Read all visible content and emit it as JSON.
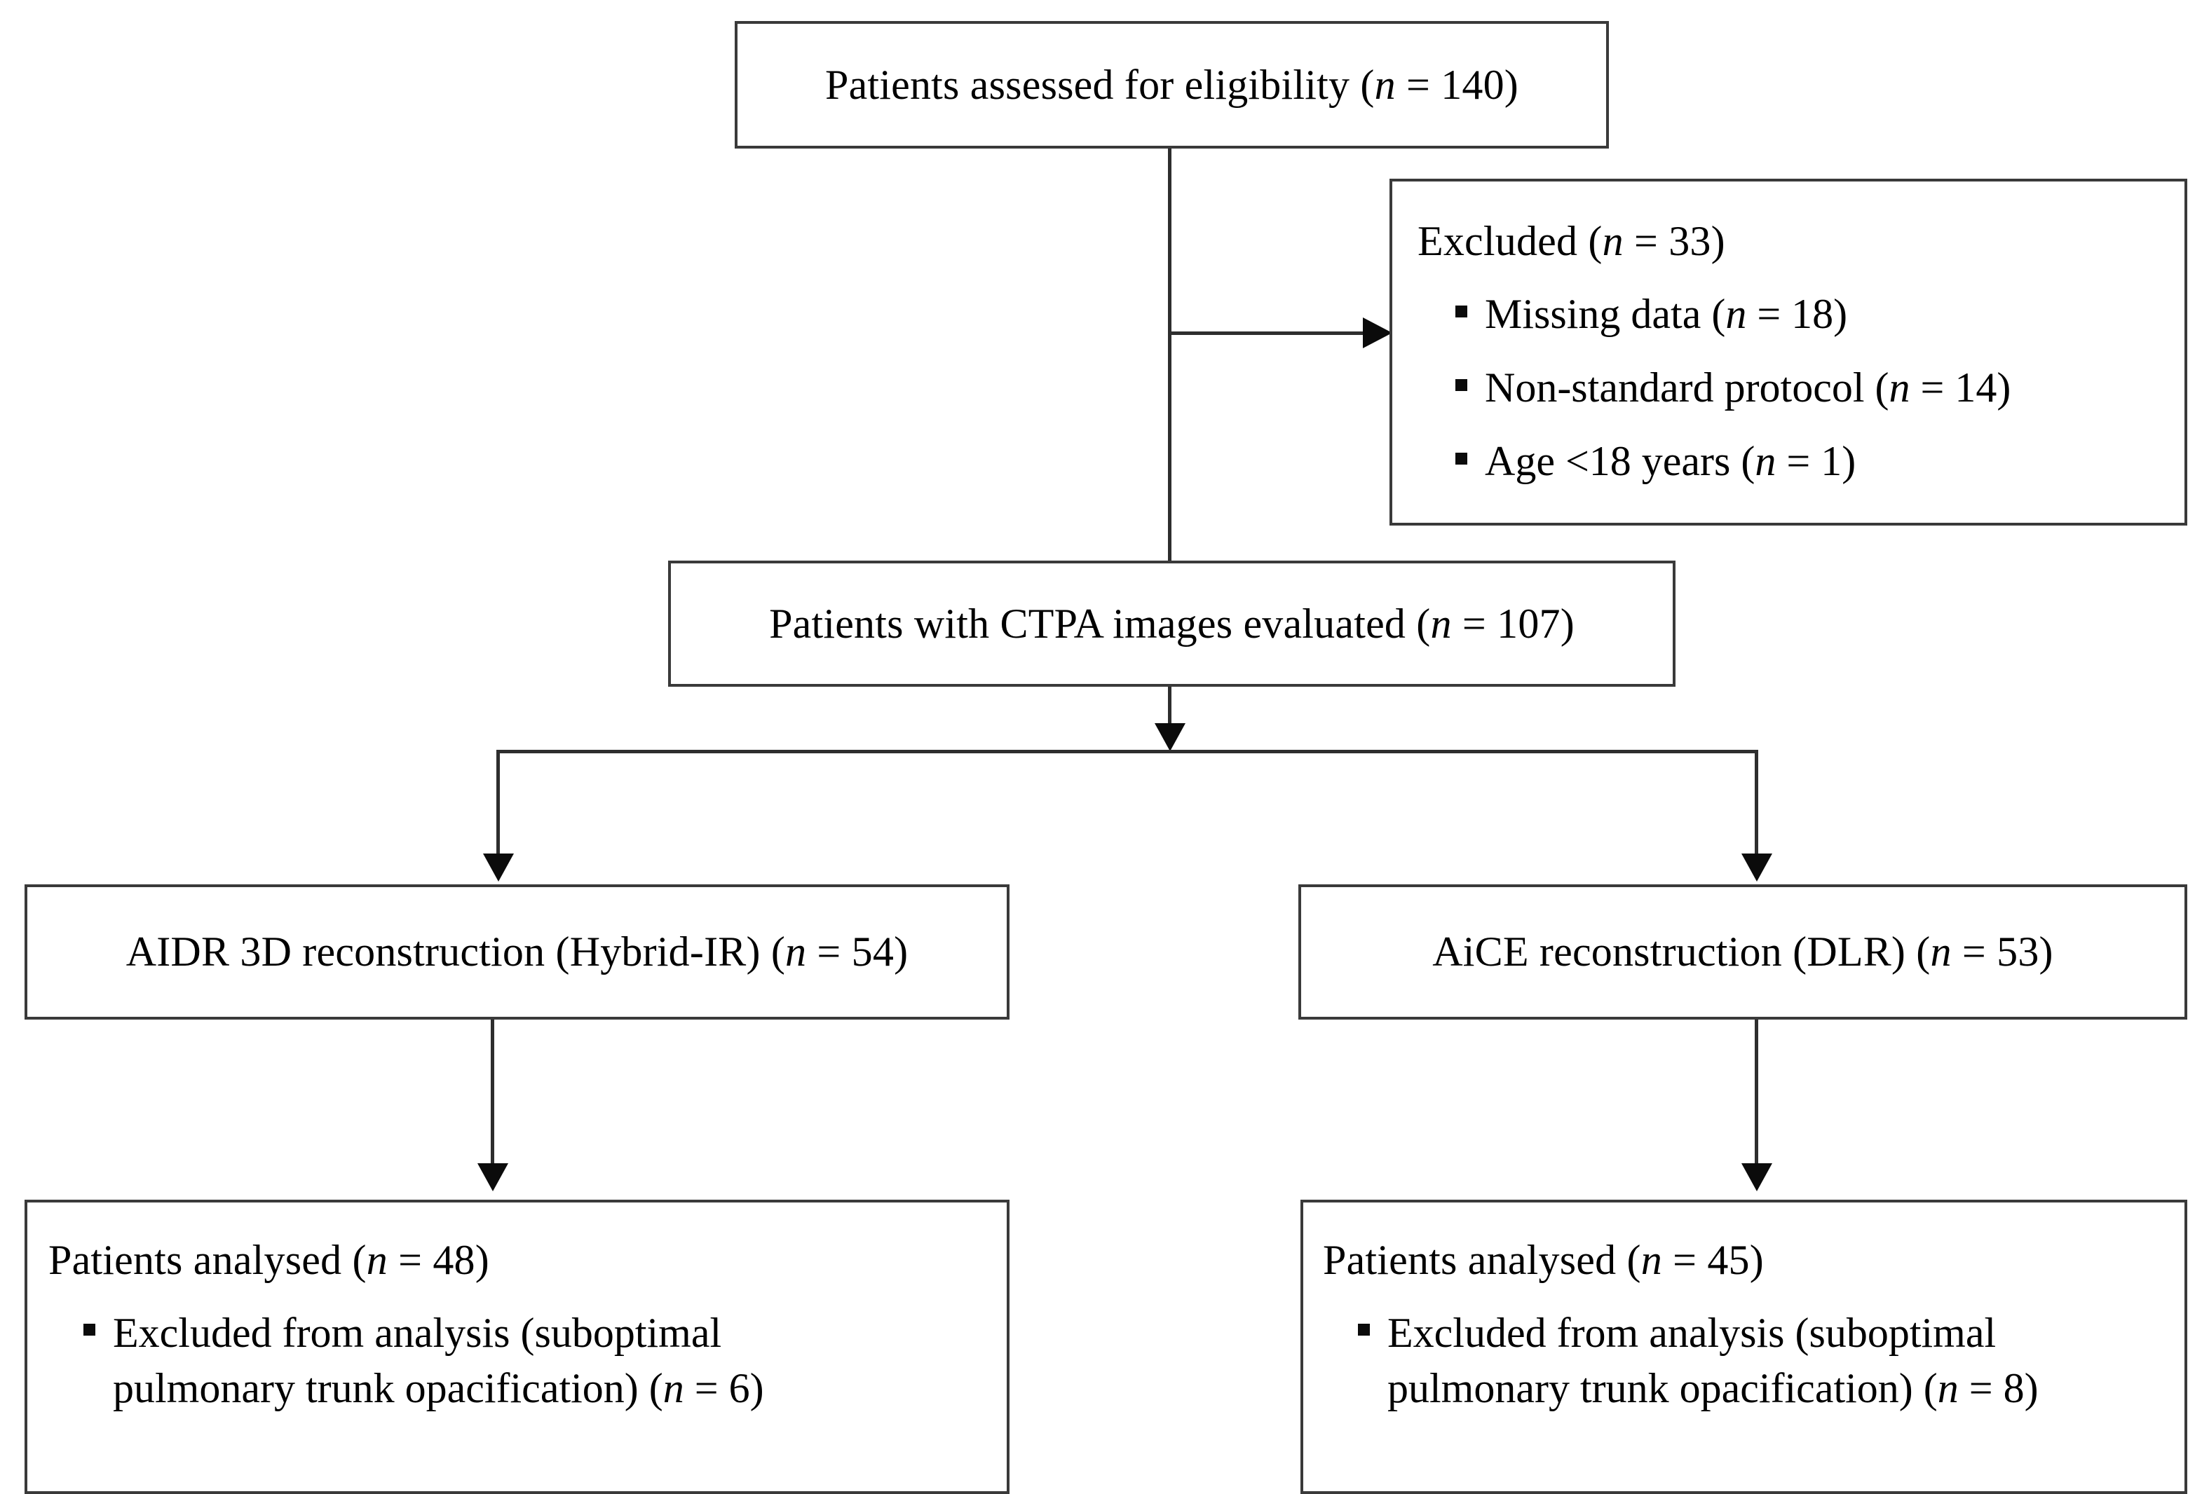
{
  "figure": {
    "type": "flowchart",
    "kind": "CONSORT-style patient selection diagram"
  },
  "nodes": {
    "assessed": {
      "text": "Patients assessed for eligibility (n = 140)",
      "prefix": "Patients assessed for eligibility (",
      "n_symbol": "n",
      "suffix": " = 140)",
      "count": 140
    },
    "excluded": {
      "title_prefix": "Excluded (",
      "n_symbol": "n",
      "title_suffix": " = 33)",
      "count": 33,
      "reasons": [
        {
          "label": "Missing data (",
          "n_symbol": "n",
          "tail": " = 18)",
          "count": 18
        },
        {
          "label": "Non-standard protocol (",
          "n_symbol": "n",
          "tail": " = 14)",
          "count": 14
        },
        {
          "label": "Age <18 years (",
          "n_symbol": "n",
          "tail": " = 1)",
          "count": 1
        }
      ]
    },
    "evaluated": {
      "prefix": "Patients with CTPA images evaluated (",
      "n_symbol": "n",
      "suffix": " = 107)",
      "count": 107
    },
    "aidr": {
      "prefix": "AIDR 3D reconstruction (Hybrid-IR) (",
      "n_symbol": "n",
      "suffix": " = 54)",
      "count": 54
    },
    "aice": {
      "prefix": "AiCE reconstruction (DLR) (",
      "n_symbol": "n",
      "suffix": " = 53)",
      "count": 53
    },
    "analysed_left": {
      "prefix": "Patients analysed (",
      "n_symbol": "n",
      "suffix": " = 48)",
      "count": 48,
      "note_line1": "Excluded from analysis (suboptimal",
      "note_line2_prefix": "pulmonary trunk opacification) (",
      "note_n_symbol": "n",
      "note_line2_suffix": " = 6)",
      "note_count": 6
    },
    "analysed_right": {
      "prefix": "Patients analysed (",
      "n_symbol": "n",
      "suffix": " = 45)",
      "count": 45,
      "note_line1": "Excluded from analysis (suboptimal",
      "note_line2_prefix": "pulmonary trunk opacification) (",
      "note_n_symbol": "n",
      "note_line2_suffix": " = 8)",
      "note_count": 8
    }
  },
  "colors": {
    "box_border": "#3a3a3a",
    "connector": "#2e2e2e",
    "arrowhead": "#0b0b0b",
    "background": "#ffffff",
    "text": "#000000"
  }
}
